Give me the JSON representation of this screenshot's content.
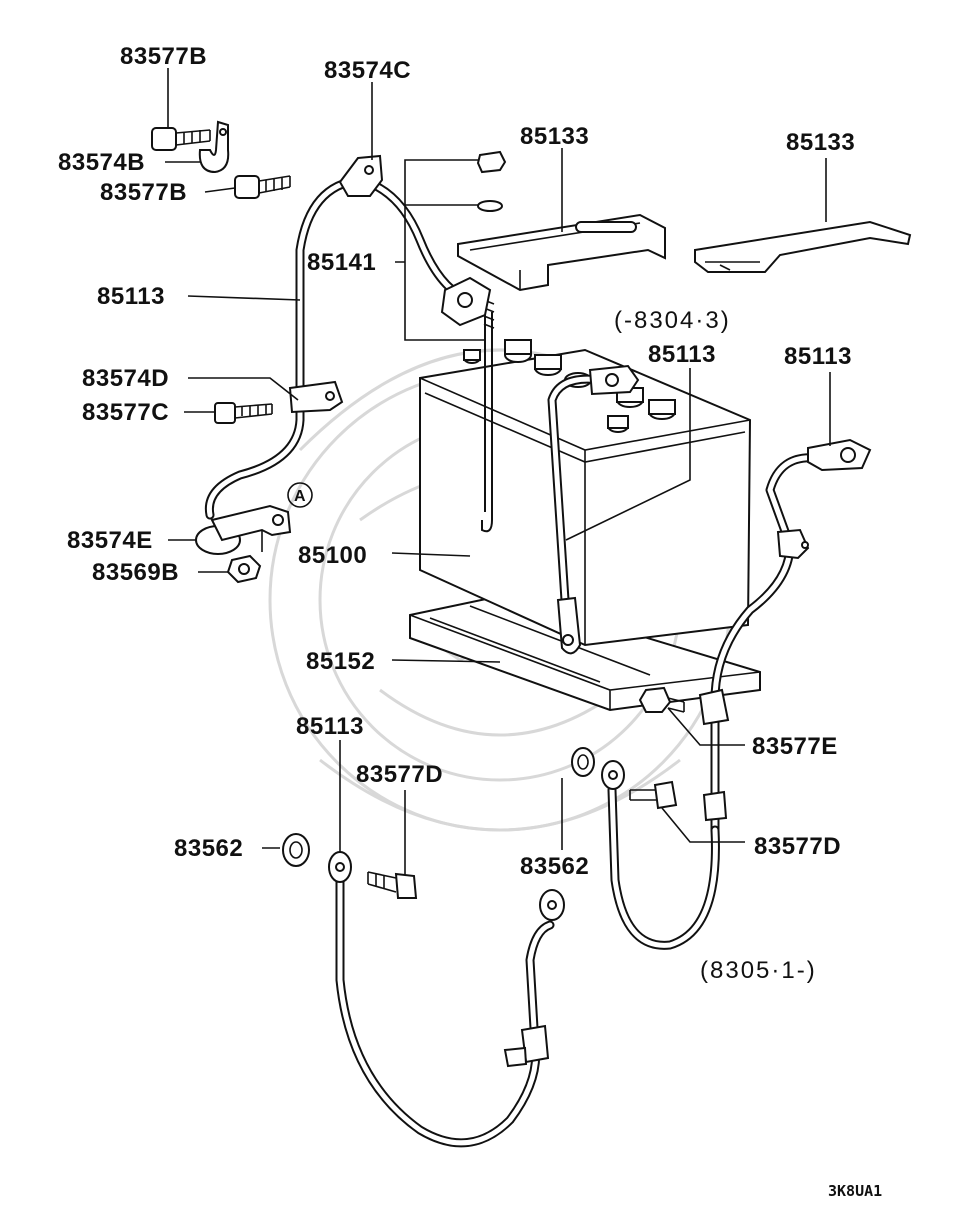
{
  "diagram": {
    "part_labels": [
      {
        "id": "l1",
        "text": "83577B"
      },
      {
        "id": "l2",
        "text": "83574C"
      },
      {
        "id": "l3",
        "text": "85133"
      },
      {
        "id": "l4",
        "text": "85133"
      },
      {
        "id": "l5",
        "text": "83574B"
      },
      {
        "id": "l6",
        "text": "83577B"
      },
      {
        "id": "l7",
        "text": "85141"
      },
      {
        "id": "l8",
        "text": "85113"
      },
      {
        "id": "l9",
        "text": "85113"
      },
      {
        "id": "l10",
        "text": "85113"
      },
      {
        "id": "l11",
        "text": "83574D"
      },
      {
        "id": "l12",
        "text": "83577C"
      },
      {
        "id": "l13",
        "text": "83574E"
      },
      {
        "id": "l14",
        "text": "85100"
      },
      {
        "id": "l15",
        "text": "83569B"
      },
      {
        "id": "l16",
        "text": "85152"
      },
      {
        "id": "l17",
        "text": "85113"
      },
      {
        "id": "l18",
        "text": "83577E"
      },
      {
        "id": "l19",
        "text": "83577D"
      },
      {
        "id": "l20",
        "text": "83562"
      },
      {
        "id": "l21",
        "text": "83562"
      },
      {
        "id": "l22",
        "text": "83577D"
      }
    ],
    "notes": {
      "date_before": "(-8304·3)",
      "date_after": "(8305·1-)",
      "ref_marker": "A",
      "diagram_code": "3K8UA1"
    }
  }
}
